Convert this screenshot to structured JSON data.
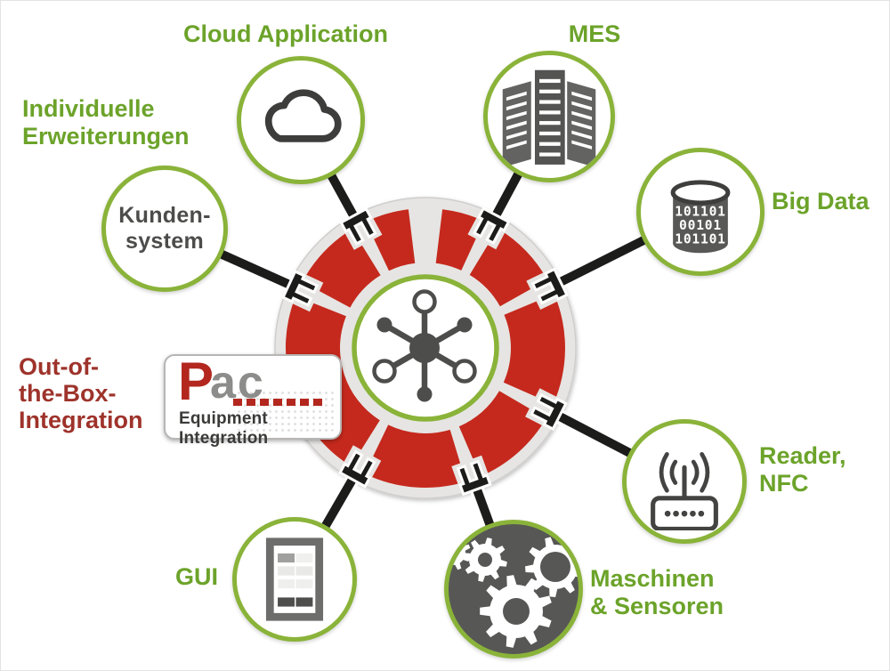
{
  "diagram_subject": "Pac Equipment Integration hub",
  "colors": {
    "accent_green_ring": "#8ab339",
    "green_text": "#6ca32a",
    "segment_red": "#c5291d",
    "brick_red_text": "#9e332b",
    "logo_red": "#b3271e",
    "logo_gray": "#8c8c8b",
    "dark_gray": "#4d4d4c",
    "donut_gray": "#e6e5e3",
    "connector_black": "#1c1c1b"
  },
  "hub": {
    "segment_count": 8,
    "center_icon": "network-hub-icon"
  },
  "nodes": {
    "cloud": {
      "label": "Cloud Application",
      "icon": "cloud-icon"
    },
    "mes": {
      "label": "MES",
      "icon": "server-rack-icon"
    },
    "bigdata": {
      "label": "Big Data",
      "icon": "database-binary-icon",
      "binary_rows": [
        "101101",
        "00101",
        "101101"
      ]
    },
    "reader": {
      "line1": "Reader,",
      "line2": "NFC",
      "icon": "rfid-reader-icon"
    },
    "maschinen": {
      "line1": "Maschinen",
      "line2": "& Sensoren",
      "icon": "gears-icon"
    },
    "gui": {
      "label": "GUI",
      "icon": "form-screen-icon"
    },
    "kunden": {
      "line1": "Kunden-",
      "line2": "system"
    }
  },
  "annotations": {
    "individuelle": {
      "line1": "Individuelle",
      "line2": "Erweiterungen"
    },
    "out_of_box": {
      "line1": "Out-of-",
      "line2": "the-Box-",
      "line3": "Integration"
    }
  },
  "logo": {
    "letter_p": "P",
    "letters_ac": "ac",
    "subtitle": "Equipment Integration"
  }
}
